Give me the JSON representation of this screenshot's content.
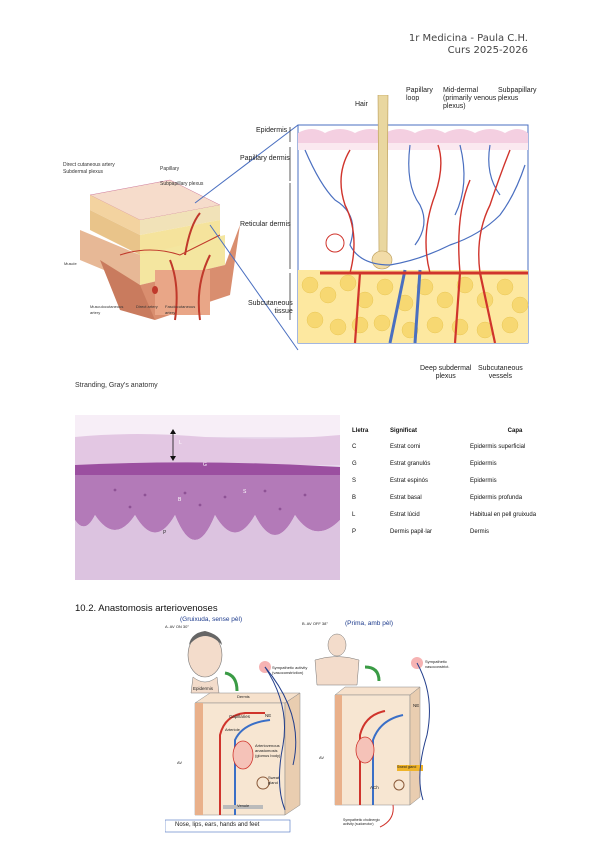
{
  "header": {
    "line1": "1r Medicina - Paula C.H.",
    "line2": "Curs 2025-2026"
  },
  "fig1": {
    "labels": {
      "hair": "Hair",
      "papillary_loop": "Papillary\nloop",
      "mid_dermal": "Mid-dermal\n(primarily venous\nplexus)",
      "subpapillary": "Subpapillary\nplexus",
      "epidermis": "Epidermis",
      "papillary_dermis": "Papillary dermis",
      "reticular_dermis": "Reticular dermis",
      "subcutaneous": "Subcutaneous\ntissue",
      "deep_subdermal": "Deep subdermal\nplexus",
      "subcutaneous_vessels": "Subcutaneous\nvessels",
      "muscle": "Muscle",
      "musculocutaneous": "Musculocutaneous\nartery",
      "direct_artery": "Direct artery",
      "fasciocutaneous": "Fasciocutaneous\nartery"
    },
    "caption": "Stranding, Gray's anatomy"
  },
  "fig2": {
    "letters": {
      "L": "L",
      "G": "G",
      "S": "S",
      "B": "B",
      "P": "P"
    },
    "table": {
      "headers": [
        "Lletra",
        "Significat",
        "Capa"
      ],
      "rows": [
        [
          "C",
          "Estrat corni",
          "Epidermis superficial"
        ],
        [
          "G",
          "Estrat granulós",
          "Epidermis"
        ],
        [
          "S",
          "Estrat espinós",
          "Epidermis"
        ],
        [
          "B",
          "Estrat basal",
          "Epidermis profunda"
        ],
        [
          "L",
          "Estrat lúcid",
          "Habitual en pell gruixuda"
        ],
        [
          "P",
          "Dermis papil·lar",
          "Dermis"
        ]
      ]
    }
  },
  "section": {
    "title": "10.2. Anastomosis arteriovenoses"
  },
  "fig3": {
    "left_title": "(Gruixuda, sense pèl)",
    "right_title": "(Prima, amb pèl)",
    "left_sub": "A. AV ON 30°",
    "right_sub": "B. AV OFF 38°",
    "symp1": "Sympathetic activity\n(vasoconstriction)",
    "symp2": "Sympathetic\nvasoconstrict.",
    "epidermis": "Epidermis",
    "dermis": "Dermis",
    "capillaries": "Capillaries",
    "arteriole": "Arteriole",
    "ava": "Arteriovenous\nanastomosis\n(glomus body)",
    "sweat": "Sweat\ngland",
    "venule": "Venule",
    "ne": "NE",
    "ach": "ACh",
    "av": "AV",
    "sweat2": "Sweat gland",
    "sympchol": "Sympathetic cholinergic\nactivity (sudomotor)",
    "bottom": "Nose, lips, ears, hands and feet"
  }
}
